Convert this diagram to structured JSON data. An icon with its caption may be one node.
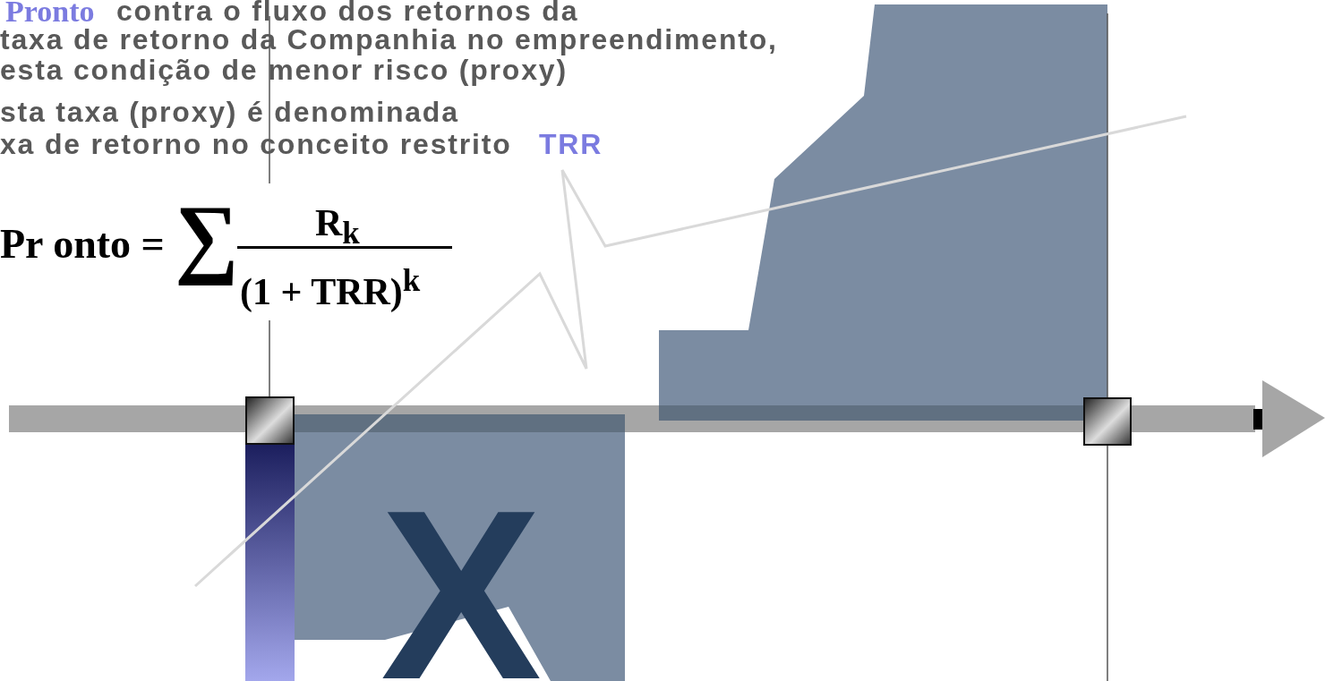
{
  "diagram": {
    "labels": [
      "Pronto",
      "contra o fluxo dos retornos da",
      "taxa de retorno da Companhia no empreendimento,",
      "esta condição de menor risco (proxy)",
      "sta taxa (proxy) é denominada",
      "xa de retorno no conceito restrito",
      "TRR",
      "Pr onto =",
      "∑",
      "R$_{k}$",
      "(1 + TRR)$^{k}$",
      "X"
    ]
  }
}
